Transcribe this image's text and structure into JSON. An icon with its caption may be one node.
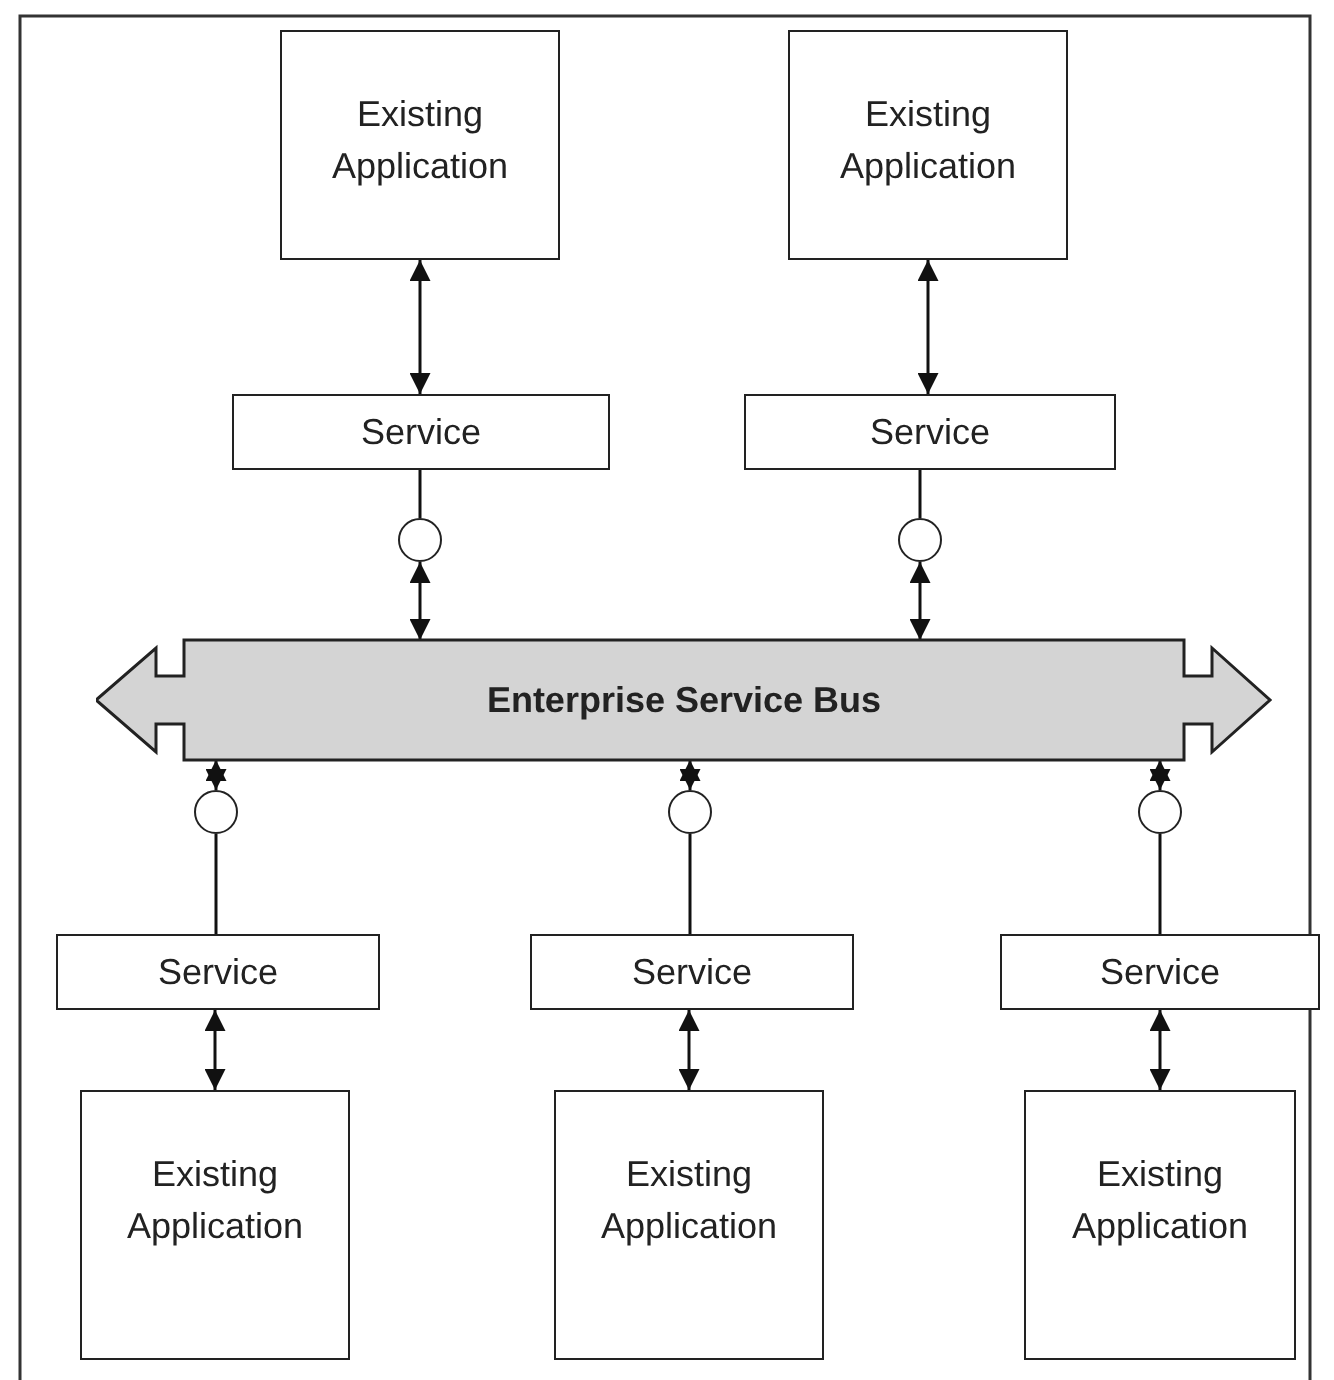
{
  "diagram": {
    "nodes": [
      {
        "text": [
          "Existing Application"
        ]
      },
      {
        "text": [
          "Existing Application"
        ]
      },
      {
        "text": [
          "Service"
        ]
      },
      {
        "text": [
          "Service"
        ]
      },
      {
        "text": [],
        "shape": "circle"
      },
      {
        "text": [],
        "shape": "circle"
      },
      {
        "text": [
          "Enterprise Service Bus"
        ]
      },
      {
        "text": [],
        "shape": "circle"
      },
      {
        "text": [],
        "shape": "circle"
      },
      {
        "text": [],
        "shape": "circle"
      },
      {
        "text": [
          "Service"
        ]
      },
      {
        "text": [
          "Service"
        ]
      },
      {
        "text": [
          "Service"
        ]
      },
      {
        "text": [
          "Existing Application"
        ]
      },
      {
        "text": [
          "Existing Application"
        ]
      },
      {
        "text": [
          "Existing Application"
        ]
      }
    ],
    "edges": [
      {
        "from": 0,
        "to": 2,
        "arrow": "both"
      },
      {
        "from": 1,
        "to": 3,
        "arrow": "both"
      },
      {
        "from": 2,
        "to": 4,
        "arrow": "none"
      },
      {
        "from": 3,
        "to": 5,
        "arrow": "none"
      },
      {
        "from": 4,
        "to": 6,
        "arrow": "both"
      },
      {
        "from": 5,
        "to": 6,
        "arrow": "both"
      },
      {
        "from": 6,
        "to": 7,
        "arrow": "both"
      },
      {
        "from": 6,
        "to": 8,
        "arrow": "both"
      },
      {
        "from": 6,
        "to": 9,
        "arrow": "both"
      },
      {
        "from": 7,
        "to": 10,
        "arrow": "none"
      },
      {
        "from": 8,
        "to": 11,
        "arrow": "none"
      },
      {
        "from": 9,
        "to": 12,
        "arrow": "none"
      },
      {
        "from": 10,
        "to": 13,
        "arrow": "both"
      },
      {
        "from": 11,
        "to": 14,
        "arrow": "both"
      },
      {
        "from": 12,
        "to": 15,
        "arrow": "both"
      }
    ]
  }
}
